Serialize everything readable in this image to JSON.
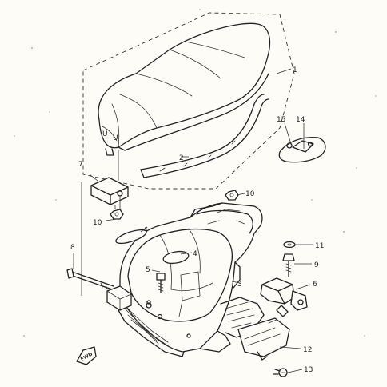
{
  "callouts": [
    {
      "id": "c1",
      "label": "1"
    },
    {
      "id": "c2",
      "label": "2"
    },
    {
      "id": "c3",
      "label": "3"
    },
    {
      "id": "c4a",
      "label": "4"
    },
    {
      "id": "c4b",
      "label": "4"
    },
    {
      "id": "c5",
      "label": "5"
    },
    {
      "id": "c6",
      "label": "6"
    },
    {
      "id": "c7",
      "label": "7"
    },
    {
      "id": "c8",
      "label": "8"
    },
    {
      "id": "c9",
      "label": "9"
    },
    {
      "id": "c10a",
      "label": "10"
    },
    {
      "id": "c10b",
      "label": "10"
    },
    {
      "id": "c11",
      "label": "11"
    },
    {
      "id": "c12",
      "label": "12"
    },
    {
      "id": "c13",
      "label": "13"
    },
    {
      "id": "c14",
      "label": "14"
    },
    {
      "id": "c15",
      "label": "15"
    }
  ],
  "direction_badge": "FWD",
  "colors": {
    "ink": "#222222",
    "paper": "#fdfcf7"
  }
}
